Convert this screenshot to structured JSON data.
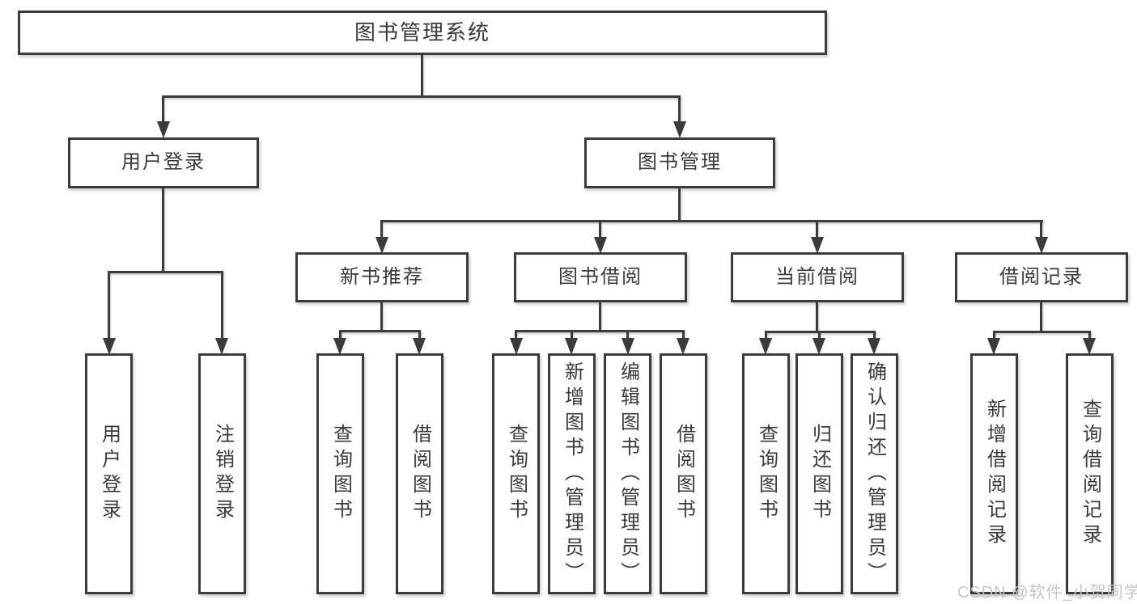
{
  "diagram_title": "图书管理系统",
  "tree": {
    "label": "图书管理系统",
    "children": [
      {
        "label": "用户登录",
        "children": [
          {
            "label": "用户登录"
          },
          {
            "label": "注销登录"
          }
        ]
      },
      {
        "label": "图书管理",
        "children": [
          {
            "label": "新书推荐",
            "children": [
              {
                "label": "查询图书"
              },
              {
                "label": "借阅图书"
              }
            ]
          },
          {
            "label": "图书借阅",
            "children": [
              {
                "label": "查询图书"
              },
              {
                "label": "新增图书（管理员）"
              },
              {
                "label": "编辑图书（管理员）"
              },
              {
                "label": "借阅图书"
              }
            ]
          },
          {
            "label": "当前借阅",
            "children": [
              {
                "label": "查询图书"
              },
              {
                "label": "归还图书"
              },
              {
                "label": "确认归还（管理员）"
              }
            ]
          },
          {
            "label": "借阅记录",
            "children": [
              {
                "label": "新增借阅记录"
              },
              {
                "label": "查询借阅记录"
              }
            ]
          }
        ]
      }
    ]
  },
  "watermark": "CSDN @软件_小贺同学",
  "colors": {
    "line": "#3b3b3b",
    "text": "#3a3a3a",
    "box_background": "#ffffff",
    "page_background": "#ffffff",
    "watermark": "#c6c6c6"
  }
}
